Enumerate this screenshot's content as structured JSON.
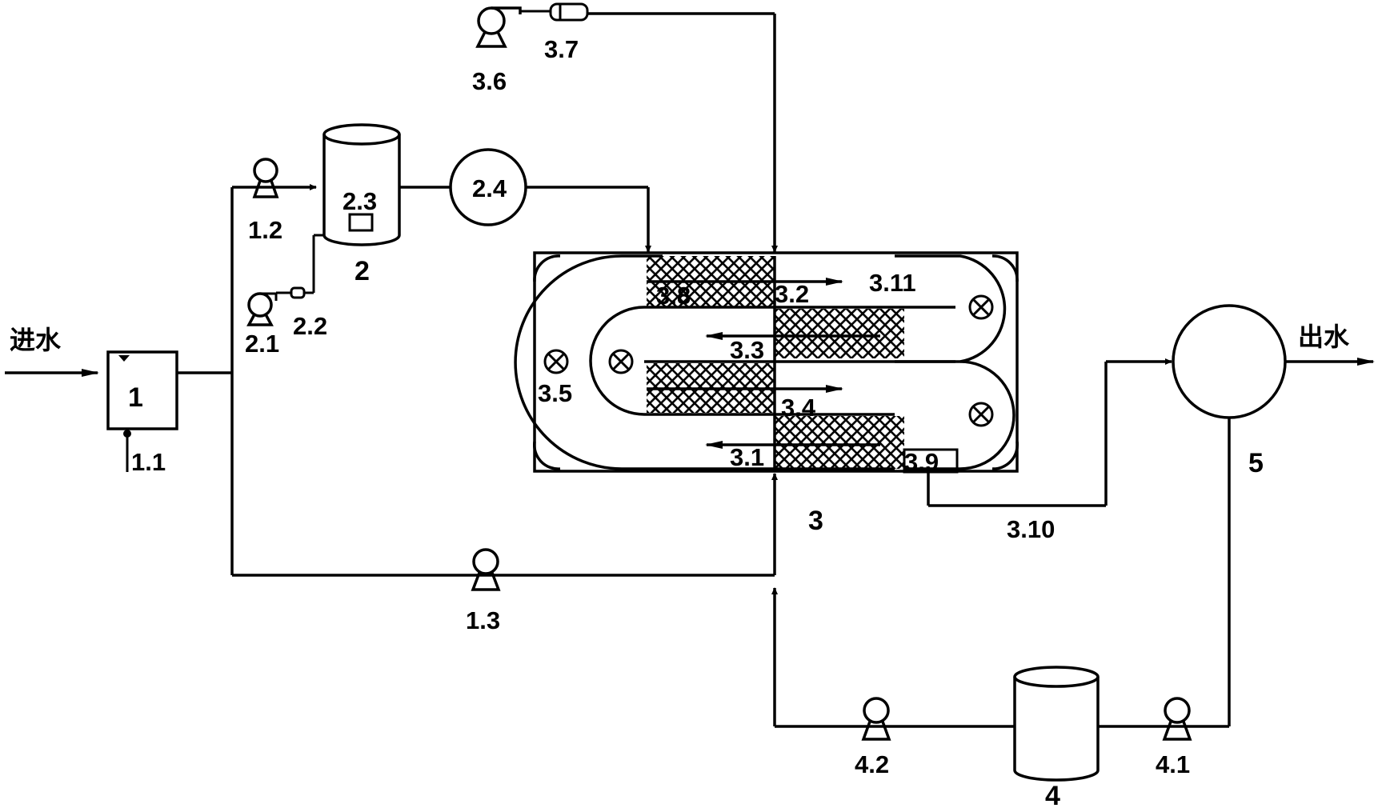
{
  "io": {
    "inlet": "进水",
    "outlet": "出水"
  },
  "labels": {
    "tank1": "1",
    "tank1_valve": "1.1",
    "pump_1_2": "1.2",
    "pump_1_3": "1.3",
    "tank2": "2",
    "blower_2_1": "2.1",
    "meter_2_2": "2.2",
    "aerator_2_3": "2.3",
    "unit_2_4": "2.4",
    "reactor3": "3",
    "zone_3_1": "3.1",
    "zone_3_2": "3.2",
    "zone_3_3": "3.3",
    "zone_3_4": "3.4",
    "mixer_3_5": "3.5",
    "blower_3_6": "3.6",
    "meter_3_7": "3.7",
    "zone_3_8": "3.8",
    "outlet_weir_3_9": "3.9",
    "pipe_3_10": "3.10",
    "zone_3_11": "3.11",
    "tank4": "4",
    "pump_4_1": "4.1",
    "pump_4_2": "4.2",
    "clarifier5": "5"
  }
}
